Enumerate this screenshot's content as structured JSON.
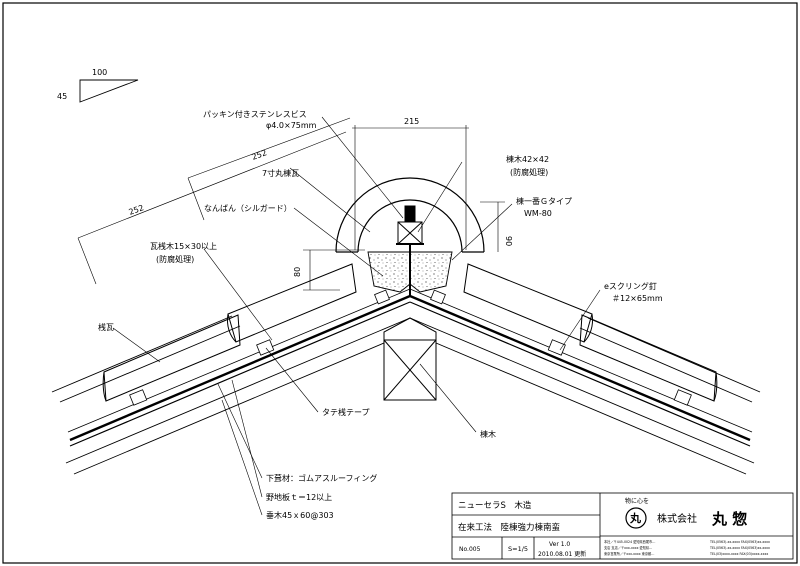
{
  "slope": {
    "run": "100",
    "rise": "45"
  },
  "dimensions": {
    "width_top": "215",
    "slope_upper": "252",
    "slope_lower": "252",
    "height_right": "90",
    "height_left": "80"
  },
  "labels": {
    "screw": "パッキン付きステンレスビス",
    "screw_size": "φ4.0×75mm",
    "ridge_tile": "7寸丸棟瓦",
    "nanban": "なんばん（シルガード）",
    "batten": "瓦桟木15×30以上",
    "batten_note": "(防腐処理)",
    "ridge_wood": "棟木42×42",
    "ridge_wood_note": "(防腐処理)",
    "metal": "棟一番Ｇタイプ",
    "metal_model": "WM-80",
    "nail": "eスクリング釘",
    "nail_size": "＃12×65mm",
    "sode_tile": "桟瓦",
    "tate_tape": "タテ桟テープ",
    "ridge_beam": "棟木",
    "underlay": "下葺材：ゴムアスルーフィング",
    "sheathing": "野地板ｔ＝12以上",
    "rafter": "垂木45ｘ60@303"
  },
  "title_block": {
    "product": "ニューセラS　木造",
    "method": "在来工法　陸棟強力棟南蛮",
    "number": "No.005",
    "scale": "S=1/5",
    "version": "Ver 1.0",
    "date": "2010.08.01 更新",
    "slogan": "物に心を",
    "logo_char": "丸",
    "company": "株式会社",
    "company_name": "丸 惣",
    "address_left": [
      "本社／〒445-0024 愛知県西尾市…",
      "支店 支店／〒xxx-xxxx 愛知県…",
      "東京営業所／〒xxx-xxxx 東京都…"
    ],
    "address_right": [
      "TEL(0563)-xx-xxxx FAX(0563)xx-xxxx",
      "TEL(0563)-xx-xxxx FAX(0563)xx-xxxx",
      "TEL(03)xxxx-xxxx FAX(03)xxxx-xxxx"
    ]
  }
}
